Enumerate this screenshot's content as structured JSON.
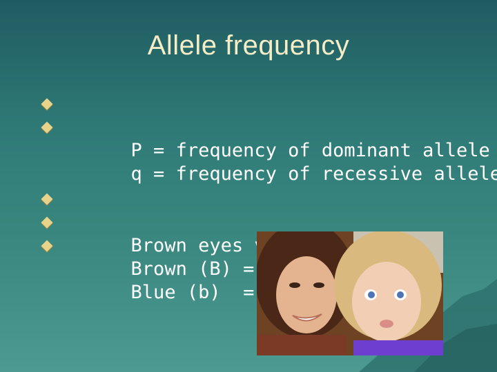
{
  "slide": {
    "title": "Allele frequency",
    "bullets_top": [
      "P = frequency of dominant allele",
      "q = frequency of recessive allele"
    ],
    "bullets_bottom": [
      "Brown eyes vs blue eyes",
      "Brown (B) = P",
      "Blue (b)  = q"
    ]
  },
  "icons": {
    "bullet": "diamond-bullet-icon"
  },
  "colors": {
    "background_top": "#1f5c61",
    "background_bottom": "#4c9a92",
    "title": "#f5ecc8",
    "text": "#ffffff",
    "bullet": "#e7d48a"
  }
}
